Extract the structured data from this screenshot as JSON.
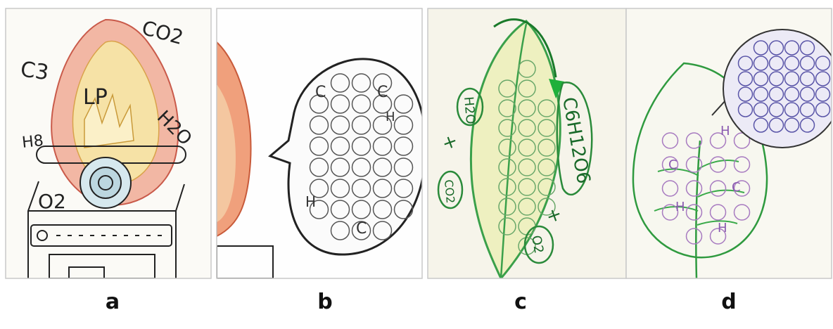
{
  "panels": [
    {
      "caption": "a",
      "labels": {
        "c3": "C3",
        "co2": "CO2",
        "lp": "LP",
        "h2o": "H2O",
        "h8": "H8",
        "o2": "O2"
      }
    },
    {
      "caption": "b",
      "atoms": [
        "C",
        "H",
        "H",
        "C",
        "C"
      ]
    },
    {
      "caption": "c",
      "labels": {
        "h2o": "H2O",
        "co2": "CO2",
        "glucose": "C6H12O6",
        "o2": "O2",
        "plus1": "+",
        "plus2": "+"
      }
    },
    {
      "caption": "d",
      "atoms": [
        "C",
        "H",
        "C",
        "H",
        "H"
      ]
    }
  ]
}
